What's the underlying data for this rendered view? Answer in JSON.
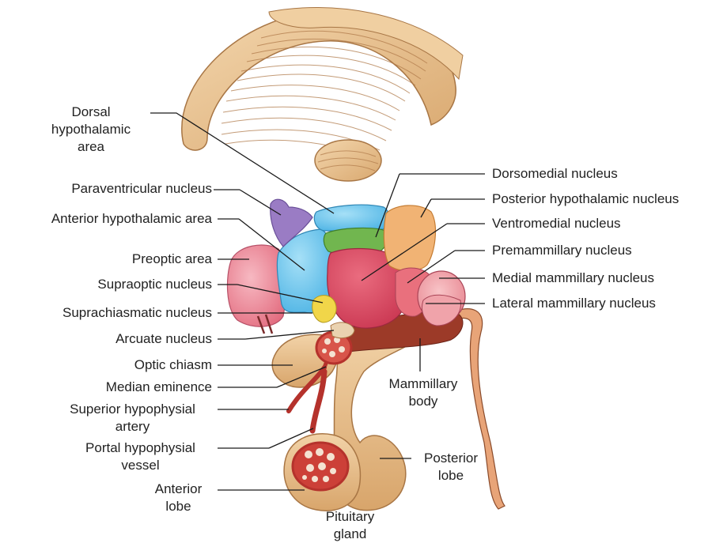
{
  "colors": {
    "tan": "#e9c392",
    "tan_dark": "#b98a55",
    "pink": "#ef8f9b",
    "blue": "#6ec7ee",
    "green": "#71b64f",
    "red": "#d9485e",
    "orange": "#f1b374",
    "purple": "#9a7cc4",
    "yellow": "#f1d649",
    "vessel_red": "#b5322c",
    "leader": "#1a1a1a"
  },
  "labels": {
    "dorsal_hypothalamic_area": [
      "Dorsal",
      "hypothalamic",
      "area"
    ],
    "paraventricular_nucleus": "Paraventricular nucleus",
    "anterior_hypothalamic_area": "Anterior hypothalamic area",
    "preoptic_area": "Preoptic area",
    "supraoptic_nucleus": "Supraoptic nucleus",
    "suprachiasmatic_nucleus": "Suprachiasmatic nucleus",
    "arcuate_nucleus": "Arcuate nucleus",
    "optic_chiasm": "Optic chiasm",
    "median_eminence": "Median eminence",
    "superior_hypophysial_artery": [
      "Superior hypophysial",
      "artery"
    ],
    "portal_hypophysial_vessel": [
      "Portal hypophysial",
      "vessel"
    ],
    "anterior_lobe": [
      "Anterior",
      "lobe"
    ],
    "pituitary_gland": [
      "Pituitary",
      "gland"
    ],
    "posterior_lobe": [
      "Posterior",
      "lobe"
    ],
    "mammillary_body": [
      "Mammillary",
      "body"
    ],
    "dorsomedial_nucleus": "Dorsomedial nucleus",
    "posterior_hypothalamic_nucleus": "Posterior hypothalamic nucleus",
    "ventromedial_nucleus": "Ventromedial nucleus",
    "premammillary_nucleus": "Premammillary nucleus",
    "medial_mammillary_nucleus": "Medial mammillary nucleus",
    "lateral_mammillary_nucleus": "Lateral mammillary nucleus"
  }
}
